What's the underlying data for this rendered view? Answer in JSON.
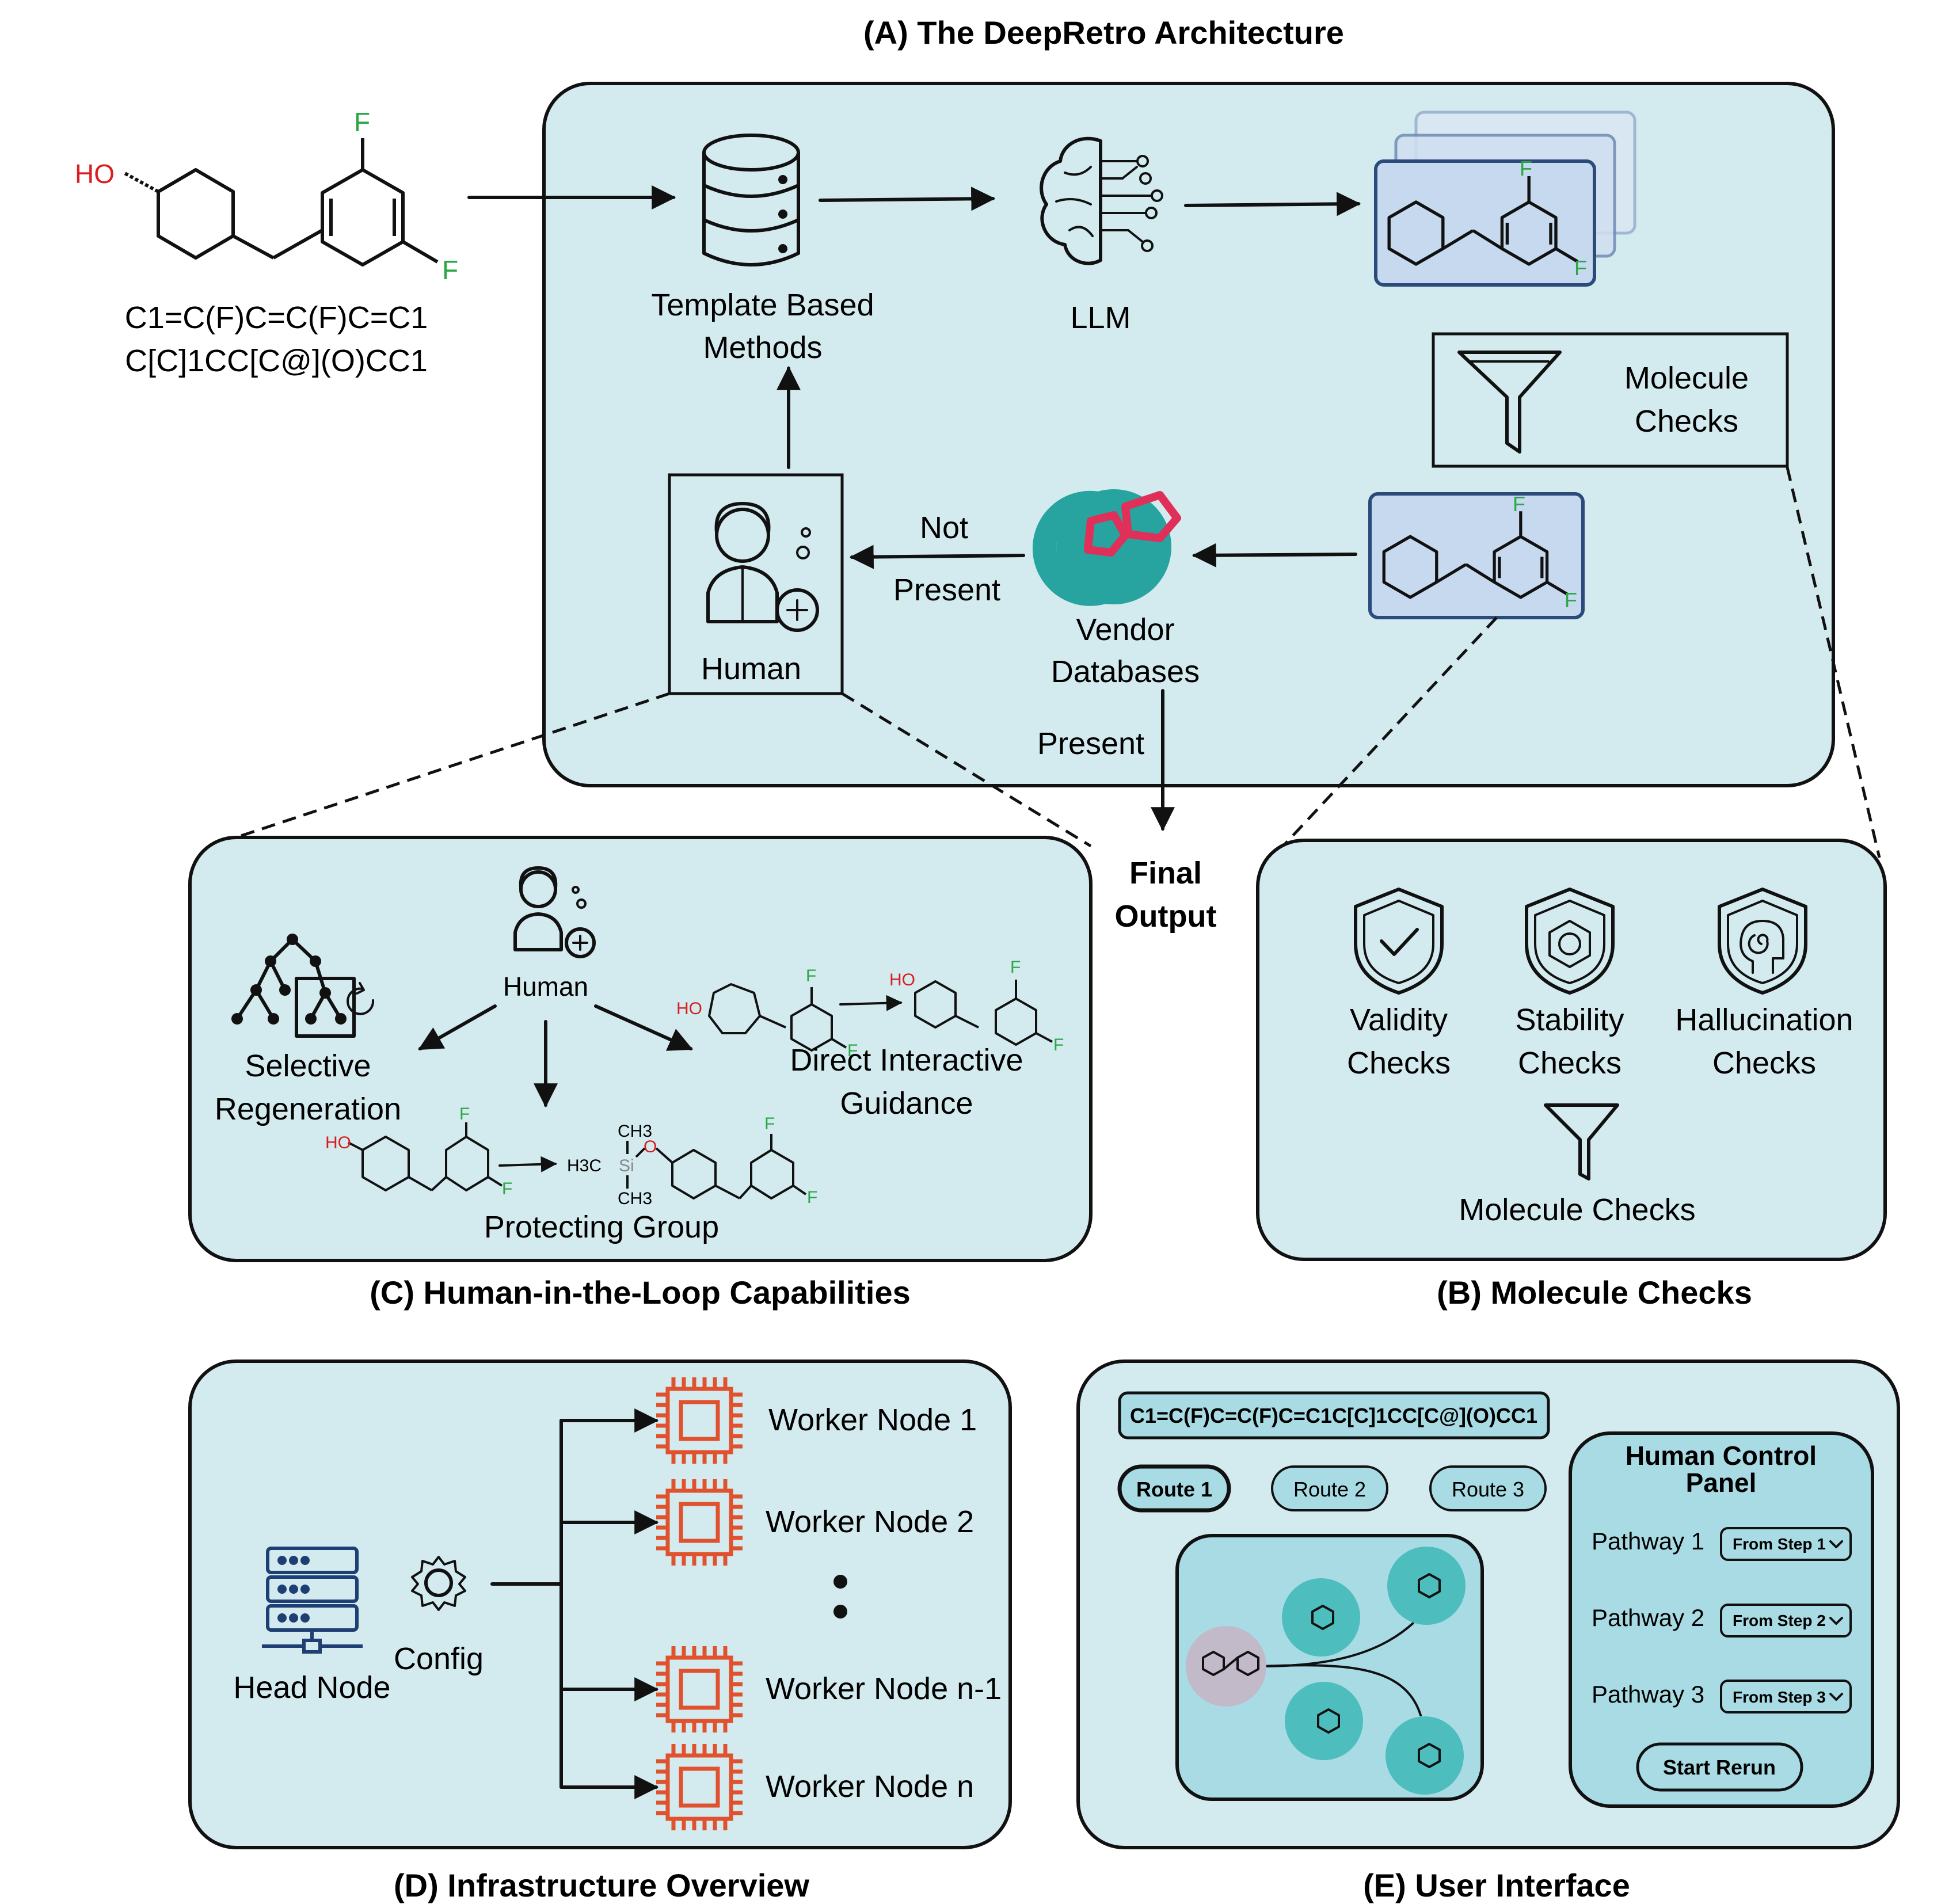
{
  "figure": {
    "panel_a": {
      "title": "(A) The DeepRetro Architecture",
      "input_smiles_line1": "C1=C(F)C=C(F)C=C1",
      "input_smiles_line2": "C[C]1CC[C@](O)CC1",
      "template_line1": "Template Based",
      "template_line2": "Methods",
      "llm": "LLM",
      "molecule_checks_line1": "Molecule",
      "molecule_checks_line2": "Checks",
      "not_present_line1": "Not",
      "not_present_line2": "Present",
      "human": "Human",
      "vendor_line1": "Vendor",
      "vendor_line2": "Databases",
      "present": "Present",
      "final_line1": "Final",
      "final_line2": "Output",
      "atom_ho": "HO",
      "atom_f": "F"
    },
    "panel_b": {
      "title": "(B) Molecule Checks",
      "validity_line1": "Validity",
      "validity_line2": "Checks",
      "stability_line1": "Stability",
      "stability_line2": "Checks",
      "hallucination_line1": "Hallucination",
      "hallucination_line2": "Checks",
      "molecule_checks": "Molecule Checks"
    },
    "panel_c": {
      "title": "(C) Human-in-the-Loop Capabilities",
      "human": "Human",
      "selective_line1": "Selective",
      "selective_line2": "Regeneration",
      "direct_line1": "Direct Interactive",
      "direct_line2": "Guidance",
      "protecting": "Protecting Group",
      "atom_ch3": "CH3",
      "atom_h3c": "H3C",
      "atom_si": "Si",
      "atom_o": "O"
    },
    "panel_d": {
      "title": "(D) Infrastructure Overview",
      "head_node": "Head Node",
      "config": "Config",
      "workers": [
        "Worker Node 1",
        "Worker Node 2",
        "Worker Node n-1",
        "Worker Node n"
      ]
    },
    "panel_e": {
      "title": "(E) User Interface",
      "smiles_box": "C1=C(F)C=C(F)C=C1C[C]1CC[C@](O)CC1",
      "routes": [
        "Route 1",
        "Route 2",
        "Route 3"
      ],
      "control_title_line1": "Human Control",
      "control_title_line2": "Panel",
      "pathways": [
        {
          "label": "Pathway 1",
          "select": "From Step 1"
        },
        {
          "label": "Pathway 2",
          "select": "From Step 2"
        },
        {
          "label": "Pathway 3",
          "select": "From Step 3"
        }
      ],
      "start_button": "Start Rerun"
    },
    "colors": {
      "panel_fill": "#d3eaee",
      "fluorine": "#2aa845",
      "oxygen": "#d81e1e",
      "chip": "#e0522e",
      "vendor_teal": "#27a3a0",
      "vendor_pink": "#e0305a",
      "molecule_card": "#c6d9ef",
      "molecule_card_border": "#2b4b7a"
    }
  }
}
